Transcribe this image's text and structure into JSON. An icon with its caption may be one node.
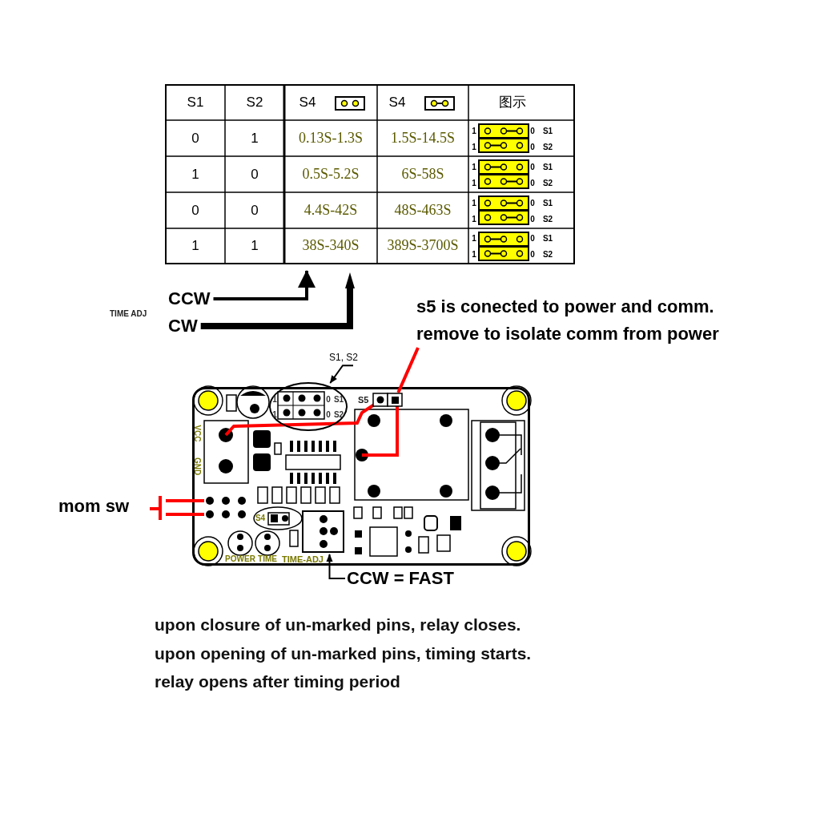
{
  "diagram": {
    "nodes": [
      {
        "text": [],
        "shape": "box"
      },
      {
        "text": [
          "S1, S2"
        ]
      },
      {
        "text": [],
        "shape": "ellipse",
        "in": 0
      },
      {
        "text": [],
        "shape": "box",
        "in": 0,
        "beside": [
          "S5"
        ]
      },
      {
        "text": [
          "s5 is conected to power and comm. remove to isolate comm from power"
        ]
      },
      {
        "text": [],
        "shape": "circle",
        "in": 0
      },
      {
        "text": [
          "mom sw"
        ]
      },
      {
        "text": [],
        "shape": "box",
        "in": 0,
        "beside": [
          "TIME-ADJ"
        ]
      },
      {
        "text": [
          "CCW = FAST"
        ]
      },
      {
        "text": [
          "CCW"
        ]
      },
      {
        "text": [
          "CW"
        ]
      }
    ],
    "edges": [
      {
        "from": 1,
        "to": 2,
        "arrow": "to"
      },
      {
        "from": 4,
        "to": 3,
        "arrow": "none",
        "color": "#ff0000"
      },
      {
        "from": 6,
        "to": 5,
        "arrow": "none",
        "color": "#ff0000"
      },
      {
        "from": 6,
        "to": 5,
        "arrow": "none",
        "color": "#ff0000"
      },
      {
        "from": 8,
        "to": 7,
        "arrow": "to"
      },
      {
        "from": 9,
        "to": null,
        "arrow": "to"
      },
      {
        "from": 10,
        "to": null,
        "arrow": "to",
        "style": "thick"
      }
    ],
    "labels": [
      "S1",
      "S2",
      "S4",
      "S4",
      "图示",
      "0",
      "1",
      "0.13S-1.3S",
      "1.5S-14.5S",
      "1",
      "0",
      "S1",
      "1",
      "0",
      "S2",
      "1",
      "0",
      "0.5S-5.2S",
      "6S-58S",
      "1",
      "0",
      "S1",
      "1",
      "0",
      "S2",
      "0",
      "0",
      "4.4S-42S",
      "48S-463S",
      "1",
      "0",
      "S1",
      "1",
      "0",
      "S2",
      "1",
      "1",
      "38S-340S",
      "389S-3700S",
      "1",
      "0",
      "S1",
      "1",
      "0",
      "S2",
      "TIME ADJ",
      "1",
      "0",
      "S1",
      "1",
      "0",
      "S2",
      "VCC",
      "GND",
      "S4",
      "POWER",
      "TIME",
      "upon closure of un-marked pins, relay closes.",
      "upon opening of un-marked pins, timing starts.",
      "relay opens after timing period"
    ]
  }
}
